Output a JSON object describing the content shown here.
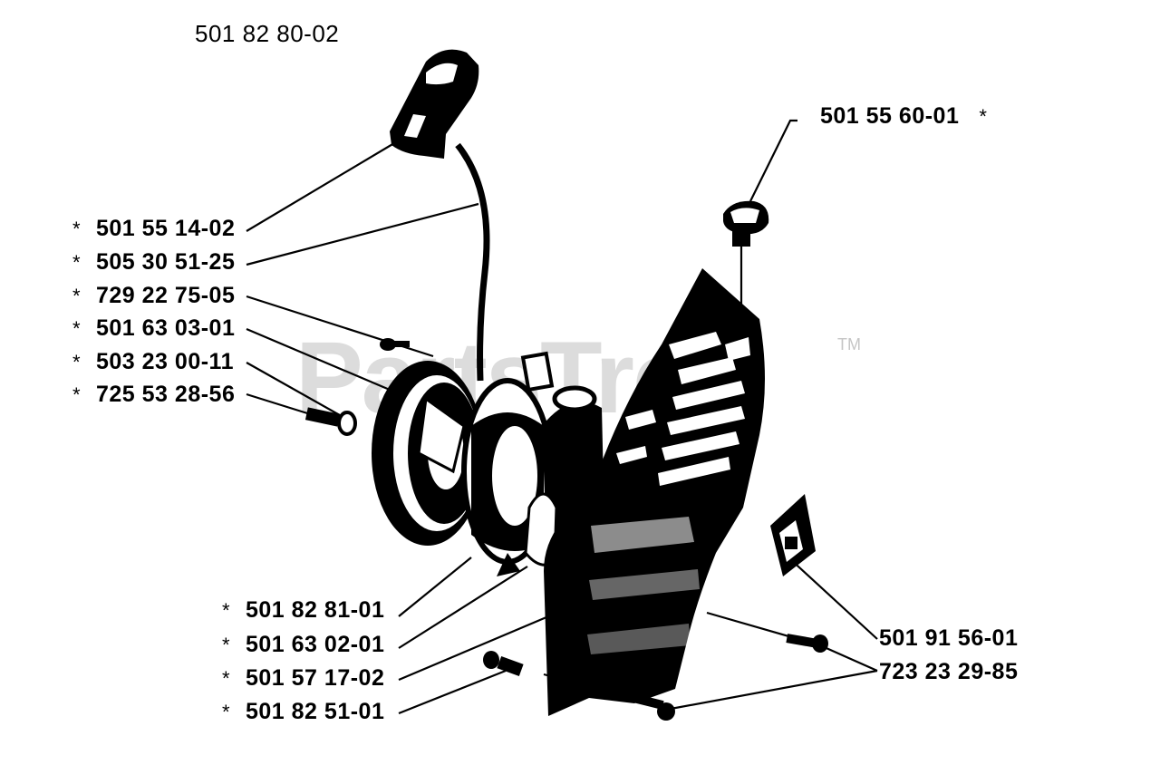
{
  "diagram": {
    "assembly_number": "501 82 80-02",
    "watermark": "PartsTree",
    "trademark": "TM",
    "asterisk": "*",
    "left_callouts": [
      {
        "part": "501 55 14-02",
        "marked": true
      },
      {
        "part": "505 30 51-25",
        "marked": true
      },
      {
        "part": "729 22 75-05",
        "marked": true
      },
      {
        "part": "501 63 03-01",
        "marked": true
      },
      {
        "part": "503 23 00-11",
        "marked": true
      },
      {
        "part": "725 53 28-56",
        "marked": true
      }
    ],
    "bottom_callouts": [
      {
        "part": "501 82 81-01",
        "marked": true
      },
      {
        "part": "501 63 02-01",
        "marked": true
      },
      {
        "part": "501 57 17-02",
        "marked": true
      },
      {
        "part": "501 82 51-01",
        "marked": true
      }
    ],
    "right_callouts": [
      {
        "part": "501 55 60-01",
        "marked": true
      },
      {
        "part": "501 91 56-01",
        "marked": false
      },
      {
        "part": "723 23 29-85",
        "marked": false
      }
    ],
    "components": [
      "starter-handle-icon",
      "starter-rope-icon",
      "screw-icon",
      "rope-pulley-icon",
      "washer-icon",
      "recoil-spring-housing-icon",
      "starter-cover-icon",
      "cap-screw-icon",
      "decal-plate-icon",
      "pawl-icon"
    ]
  }
}
